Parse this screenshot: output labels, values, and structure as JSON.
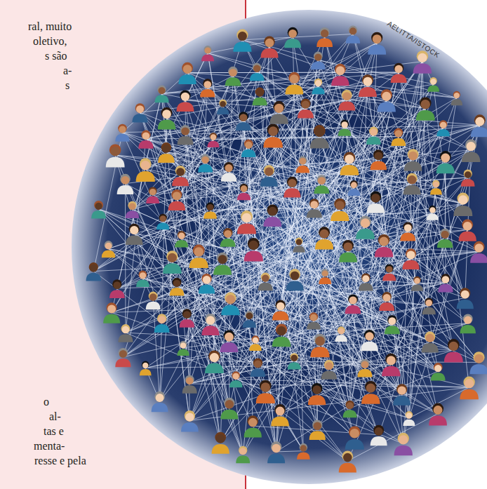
{
  "diagram": {
    "labels": [
      "ral, muito",
      "oletivo,",
      "s são",
      "a-",
      "s",
      "o",
      "al-",
      "tas e",
      "menta-",
      "resse e pela",
      "AELITTA/ISTOCK"
    ]
  }
}
